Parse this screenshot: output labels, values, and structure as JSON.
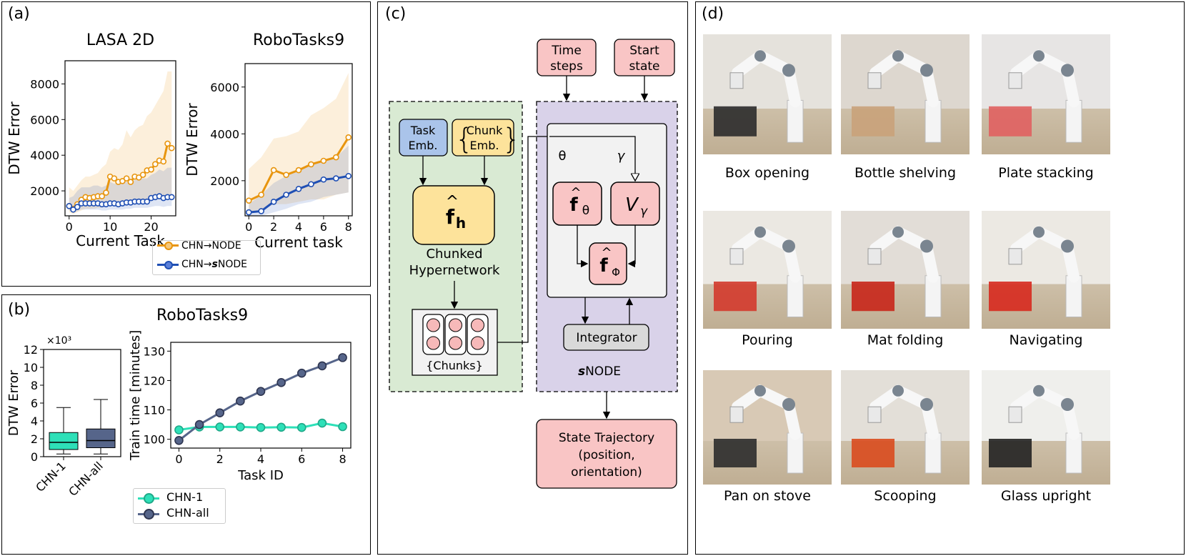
{
  "panels": {
    "a": "(a)",
    "b": "(b)",
    "c": "(c)",
    "d": "(d)"
  },
  "chart_data": [
    {
      "type": "line",
      "title": "LASA 2D",
      "xlabel": "Current Task",
      "ylabel": "DTW Error",
      "xlim": [
        -1,
        26
      ],
      "ylim": [
        600,
        9300
      ],
      "xticks": [
        0,
        10,
        20
      ],
      "yticks": [
        2000,
        4000,
        6000,
        8000
      ],
      "x": [
        0,
        1,
        2,
        3,
        4,
        5,
        6,
        7,
        8,
        9,
        10,
        11,
        12,
        13,
        14,
        15,
        16,
        17,
        18,
        19,
        20,
        21,
        22,
        23,
        24,
        25
      ],
      "series": [
        {
          "name": "CHN→NODE",
          "color": "#e8950e",
          "values": [
            1150,
            1000,
            1250,
            1500,
            1650,
            1600,
            1650,
            1700,
            1700,
            1900,
            2800,
            2700,
            2500,
            2550,
            2700,
            2500,
            2800,
            2750,
            2900,
            3150,
            3200,
            3500,
            3700,
            3650,
            4650,
            4400
          ],
          "upper": [
            2200,
            2000,
            2300,
            2600,
            2800,
            2800,
            2900,
            3000,
            3300,
            3500,
            4200,
            4400,
            4300,
            4600,
            5400,
            5000,
            5400,
            5600,
            5700,
            6200,
            6400,
            6800,
            7200,
            7600,
            8700,
            8700
          ],
          "lower": [
            800,
            700,
            800,
            900,
            1000,
            1000,
            1000,
            1050,
            1050,
            1150,
            1300,
            1300,
            1250,
            1300,
            1350,
            1350,
            1400,
            1400,
            1450,
            1500,
            1500,
            1550,
            1600,
            1600,
            1650,
            1650
          ]
        },
        {
          "name": "CHN→sNODE",
          "color": "#1f4fb4",
          "values": [
            1150,
            950,
            1100,
            1300,
            1300,
            1300,
            1300,
            1300,
            1250,
            1250,
            1300,
            1300,
            1250,
            1300,
            1350,
            1350,
            1400,
            1400,
            1400,
            1400,
            1600,
            1650,
            1700,
            1600,
            1650,
            1650
          ],
          "upper": [
            1600,
            1700,
            2000,
            2200,
            2200,
            2200,
            2300,
            2300,
            2200,
            2300,
            2500,
            2400,
            2400,
            2500,
            2500,
            2500,
            2600,
            2700,
            2700,
            2700,
            2900,
            3000,
            3200,
            3100,
            3300,
            3300
          ],
          "lower": [
            900,
            800,
            850,
            950,
            950,
            950,
            950,
            950,
            900,
            900,
            950,
            950,
            950,
            950,
            1000,
            1000,
            1050,
            1050,
            1050,
            1050,
            1100,
            1150,
            1150,
            1100,
            1150,
            1150
          ]
        }
      ]
    },
    {
      "type": "line",
      "title": "RoboTasks9",
      "xlabel": "Current task",
      "ylabel": "DTW Error",
      "xlim": [
        -0.3,
        8.3
      ],
      "ylim": [
        500,
        7000
      ],
      "xticks": [
        0,
        2,
        4,
        6,
        8
      ],
      "yticks": [
        2000,
        4000,
        6000
      ],
      "x": [
        0,
        1,
        2,
        3,
        4,
        5,
        6,
        7,
        8
      ],
      "series": [
        {
          "name": "CHN→NODE",
          "color": "#e8950e",
          "values": [
            1150,
            1400,
            2450,
            2250,
            2450,
            2700,
            2850,
            3000,
            3850
          ],
          "upper": [
            2500,
            3000,
            3800,
            3900,
            4100,
            4800,
            5100,
            5500,
            6600
          ],
          "lower": [
            600,
            700,
            1000,
            1000,
            1100,
            1200,
            1200,
            1400,
            1500
          ]
        },
        {
          "name": "CHN→sNODE",
          "color": "#1f4fb4",
          "values": [
            650,
            700,
            1100,
            1400,
            1650,
            1850,
            2050,
            2100,
            2200
          ],
          "upper": [
            1000,
            1400,
            1900,
            2200,
            2500,
            2700,
            2900,
            3000,
            3500
          ],
          "lower": [
            500,
            500,
            650,
            800,
            1000,
            1100,
            1300,
            1400,
            1500
          ]
        }
      ]
    },
    {
      "type": "box",
      "title": "RoboTasks9",
      "ylabel": "DTW Error",
      "multiplier": "×10³",
      "ylim": [
        0,
        12
      ],
      "yticks": [
        0,
        2,
        4,
        6,
        8,
        10,
        12
      ],
      "categories": [
        "CHN-1",
        "CHN-all"
      ],
      "boxes": [
        {
          "name": "CHN-1",
          "color": "#2ee0b8",
          "whisker_low": 0.3,
          "q1": 0.8,
          "median": 1.6,
          "q3": 2.7,
          "whisker_high": 5.5
        },
        {
          "name": "CHN-all",
          "color": "#56658a",
          "whisker_low": 0.3,
          "q1": 1.0,
          "median": 1.8,
          "q3": 3.1,
          "whisker_high": 6.4
        }
      ]
    },
    {
      "type": "line",
      "xlabel": "Task ID",
      "ylabel": "Train time [minutes]",
      "xlim": [
        -0.4,
        8.4
      ],
      "ylim": [
        97,
        133
      ],
      "xticks": [
        0,
        2,
        4,
        6,
        8
      ],
      "yticks": [
        100,
        110,
        120,
        130
      ],
      "x": [
        0,
        1,
        2,
        3,
        4,
        5,
        6,
        7,
        8
      ],
      "series": [
        {
          "name": "CHN-1",
          "color": "#2ee0b8",
          "values": [
            103.2,
            104.2,
            104.2,
            104.2,
            104.0,
            104.1,
            104.0,
            105.5,
            104.3
          ]
        },
        {
          "name": "CHN-all",
          "color": "#56658a",
          "values": [
            99.6,
            105.0,
            109.0,
            113.0,
            116.3,
            119.3,
            122.5,
            125.0,
            127.8
          ]
        }
      ]
    }
  ],
  "legend_a": {
    "item1": "CHN→NODE",
    "item2_pre": "CHN→",
    "item2_em": "s",
    "item2_post": "NODE"
  },
  "legend_b": {
    "item1": "CHN-1",
    "item2": "CHN-all"
  },
  "diagram": {
    "time_steps": [
      "Time",
      "steps"
    ],
    "start_state": [
      "Start",
      "state"
    ],
    "task_emb": [
      "Task",
      "Emb."
    ],
    "chunk_emb": [
      "Chunk",
      "Emb."
    ],
    "hypernet_label": [
      "Chunked",
      "Hypernetwork"
    ],
    "chunks_label": "{Chunks}",
    "theta": "θ",
    "gamma": "γ",
    "f_h_main": "f",
    "f_h_sub": "h",
    "f_theta_main": "f",
    "f_theta_sub": "θ",
    "v_main": "V",
    "v_sub": "γ",
    "f_phi_main": "f",
    "f_phi_sub": "Φ",
    "integrator": "Integrator",
    "snode_em": "s",
    "snode_rest": "NODE",
    "state_traj": [
      "State Trajectory",
      "(position,",
      "orientation)"
    ]
  },
  "tasks": [
    {
      "caption": "Box opening"
    },
    {
      "caption": "Bottle shelving"
    },
    {
      "caption": "Plate stacking"
    },
    {
      "caption": "Pouring"
    },
    {
      "caption": "Mat folding"
    },
    {
      "caption": "Navigating"
    },
    {
      "caption": "Pan on stove"
    },
    {
      "caption": "Scooping"
    },
    {
      "caption": "Glass upright"
    }
  ]
}
